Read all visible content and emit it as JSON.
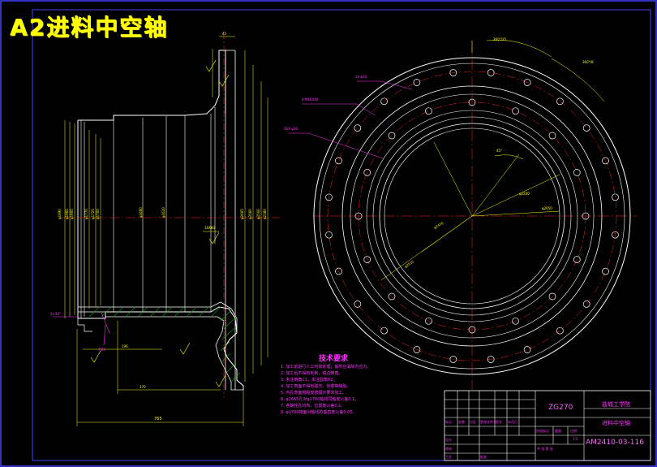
{
  "drawing": {
    "title": "A2进料中空轴"
  },
  "technical_requirements": {
    "heading": "技术要求",
    "items": [
      "1. 加工前进行人工时效处理，锻件应消除内应力。",
      "2. 加工后不得有毛刺，锐边倒角。",
      "3. 未注倒角C1，未注圆角R2。",
      "4. 加工表面不得有碰伤、划痕等缺陷。",
      "5. 内孔表面粗糙度按图示要求加工。",
      "6. φ2665孔对φ1700轴线同轴度公差0.1。",
      "7. 各螺栓孔均布，位置度公差0.2。",
      "8. φ1700端面对轴线的垂直度公差0.05。"
    ]
  },
  "title_block": {
    "material": "ZG270",
    "school": "盐城工学院",
    "part_name": "进料中空轴",
    "drawing_number": "AM2410-03-116",
    "scale": "1:5",
    "headers": [
      "标记",
      "处数",
      "分区",
      "更改文件号",
      "签名",
      "年月日"
    ],
    "stage_label": "阶段标记",
    "weight_label": "重量",
    "scale_label": "比例",
    "design_label": "设计",
    "review_label": "审核",
    "process_label": "工艺",
    "approve_label": "批准",
    "sheet_label": "共 张 第 张"
  },
  "dimensions": {
    "overall_length": "765",
    "bolt_spacing_1": "360°/25",
    "bolt_spacing_2": "360°/8",
    "angle": "45°",
    "radius_label": "R24"
  },
  "colors": {
    "background": "#000000",
    "border": "#4444ff",
    "outline": "#ffffff",
    "centerline": "#ff2222",
    "dimension": "#ffff00",
    "annotation": "#ff33ff",
    "hatch": "#00aa00",
    "title": "#ffff00"
  }
}
